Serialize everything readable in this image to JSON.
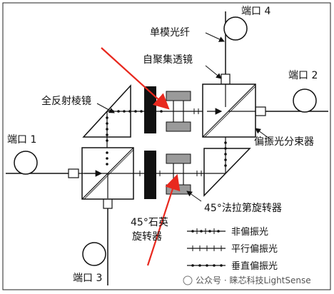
{
  "labels": {
    "port1": "端口 1",
    "port2": "端口 2",
    "port3": "端口 3",
    "port4": "端口 4",
    "single_mode_fiber": "单模光纤",
    "self_focusing_lens": "自聚集透镜",
    "total_reflection_prism": "全反射棱镜",
    "polarization_beam_splitter": "偏振光分束器",
    "quartz_rotator_line1": "45°石英",
    "quartz_rotator_line2": "旋转器",
    "faraday_rotator": "45°法拉第旋转器"
  },
  "legend": {
    "unpolarized": "非偏振光",
    "parallel": "平行偏振光",
    "perpendicular": "垂直偏振光"
  },
  "watermark": "公众号 · 睐芯科技LightSense",
  "colors": {
    "line": "#111111",
    "arrow": "#e8281e",
    "rotator_fill": "#9a9a9a"
  }
}
